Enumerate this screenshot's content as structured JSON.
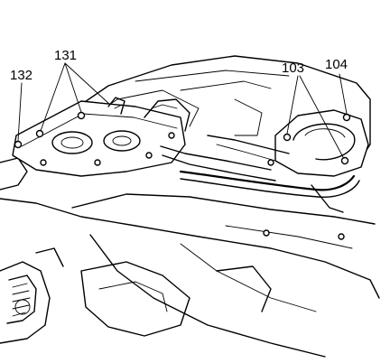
{
  "callouts": {
    "c132": "132",
    "c131": "131",
    "c103": "103",
    "c104": "104"
  }
}
